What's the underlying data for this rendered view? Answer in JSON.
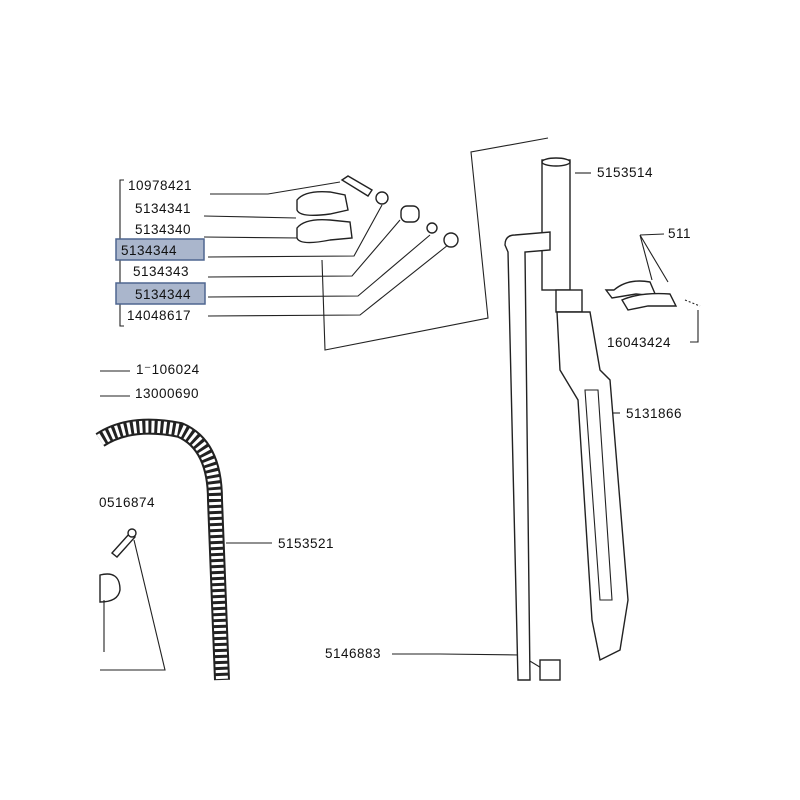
{
  "diagram": {
    "labels": {
      "p10978421": "10978421",
      "p5134341": "5134341",
      "p5134340": "5134340",
      "p5134344_a": "5134344",
      "p5134343": "5134343",
      "p5134344_b": "5134344",
      "p14048617": "14048617",
      "p11106024": "1⁻106024",
      "p13000690": "13000690",
      "p10516874": "0516874",
      "p5153521": "5153521",
      "p5146883": "5146883",
      "p5153514": "5153514",
      "p511": "511",
      "p16043424": "16043424",
      "p5131866": "5131866"
    },
    "highlight_color": "#aab6cc",
    "highlight_border": "#4f6690"
  }
}
